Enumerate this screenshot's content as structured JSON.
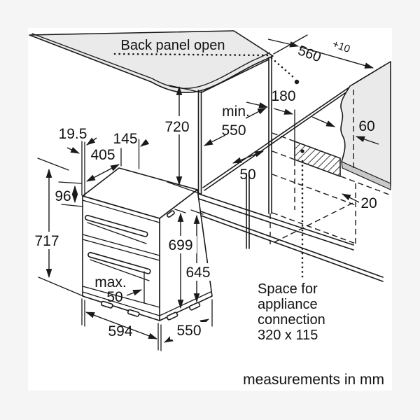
{
  "figure": {
    "type": "installation-diagram",
    "subject": "built-under double oven niche installation drawing",
    "units_note": "measurements in mm"
  },
  "labels": {
    "back_panel": "Back panel open",
    "space_line1": "Space for",
    "space_line2": "appliance",
    "space_line3": "connection",
    "space_line4": "320 x 115",
    "footer": "measurements in mm",
    "min_prefix": "min.",
    "max_prefix": "max."
  },
  "dimensions": {
    "niche_width": "560",
    "niche_width_tolerance": "+10",
    "niche_height": "720",
    "niche_depth_min": "550",
    "connection_offset": "180",
    "side_clearance": "60",
    "shelf_recess": "50",
    "rear_gap": "20",
    "front_overhang": "19.5",
    "top_depth_front": "145",
    "top_depth_rear": "405",
    "control_section_height": "96",
    "oven_total_height": "717",
    "body_height_front": "699",
    "body_height_rear": "645",
    "plinth_recess_max": "50",
    "oven_width": "594",
    "oven_depth": "550"
  },
  "colors": {
    "background": "#f5f5f5",
    "canvas": "#ffffff",
    "line": "#1a1a1a",
    "panel_fill": "#eaeaea",
    "edge_fill": "#c9c9c9"
  }
}
